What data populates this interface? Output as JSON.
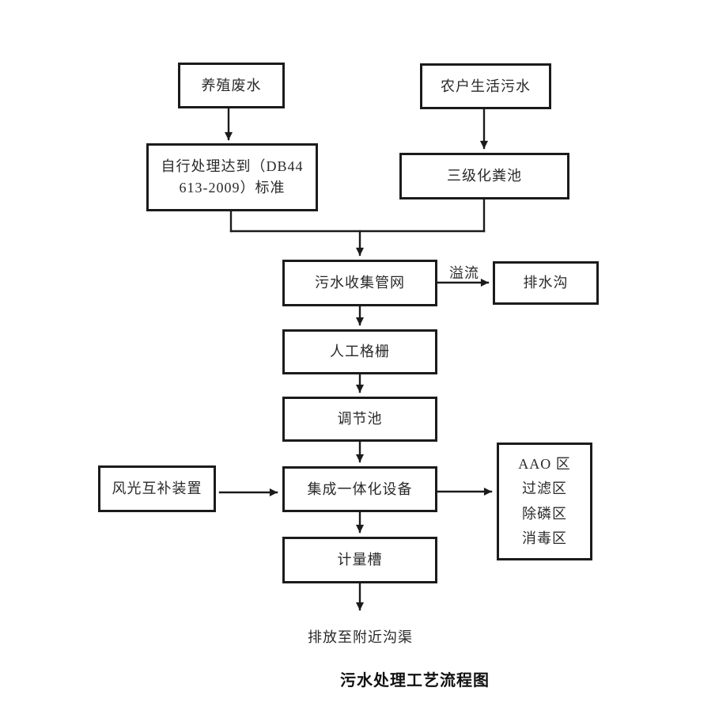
{
  "diagram": {
    "caption": "污水处理工艺流程图",
    "nodes": {
      "aquaculture_wastewater": "养殖废水",
      "household_sewage": "农户生活污水",
      "self_treatment_line1": "自行处理达到（DB44",
      "self_treatment_line2": "613-2009）标准",
      "septic_tank": "三级化粪池",
      "collection_network": "污水收集管网",
      "drainage_ditch": "排水沟",
      "manual_grille": "人工格栅",
      "regulating_tank": "调节池",
      "wind_solar_device": "风光互补装置",
      "integrated_equipment": "集成一体化设备",
      "metering_tank": "计量槽"
    },
    "zones": [
      "AAO 区",
      "过滤区",
      "除磷区",
      "消毒区"
    ],
    "edge_labels": {
      "overflow": "溢流"
    },
    "discharge_text": "排放至附近沟渠",
    "colors": {
      "line": "#1b1b1b",
      "background": "#ffffff"
    }
  }
}
